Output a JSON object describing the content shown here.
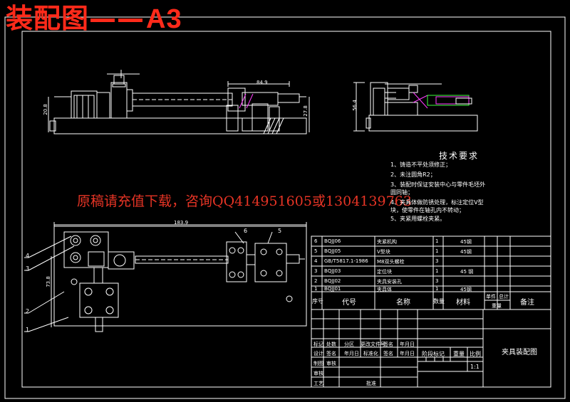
{
  "header": {
    "title_cn": "装配图——",
    "title_size": "A3"
  },
  "watermark": "原稿请充值下载，咨询QQ414951605或1304139763",
  "tech_requirements": {
    "title": "技术要求",
    "notes": [
      "1、铸造不平处须修正；",
      "2、未注圆角R2；",
      "3、装配时保证安装中心与零件毛坯外",
      "圆同轴；",
      "4、夹具体做防锈处理，标注定位V型",
      "块，使零件在轴孔内不转动；",
      "5、夹紧用螺栓夹紧。"
    ]
  },
  "bom": {
    "rows": [
      {
        "no": "6",
        "code": "BQJJ06",
        "name": "夹紧机构",
        "qty": "1",
        "material": "45钢"
      },
      {
        "no": "5",
        "code": "BQJJ05",
        "name": "V型块",
        "qty": "1",
        "material": "45钢"
      },
      {
        "no": "4",
        "code": "GB/T5817.1-1986",
        "name": "M8双头螺栓",
        "qty": "3",
        "material": ""
      },
      {
        "no": "3",
        "code": "BQJJ03",
        "name": "定位块",
        "qty": "1",
        "material": "45 钢"
      },
      {
        "no": "2",
        "code": "BQJJ02",
        "name": "夹具安装孔",
        "qty": "3",
        "material": ""
      },
      {
        "no": "1",
        "code": "BQJJ01",
        "name": "夹具体",
        "qty": "1",
        "material": "45钢"
      }
    ],
    "header": {
      "no": "序号",
      "code": "代号",
      "name": "名称",
      "qty": "数量",
      "material": "材料",
      "unit": "单件",
      "total": "总计",
      "weight": "重量",
      "remark": "备注"
    }
  },
  "title_block": {
    "drawing_name": "夹具装配图",
    "scale_label": "比例",
    "scale_value": "1:1",
    "weight_label": "重量",
    "stage_label": "阶段标记",
    "rev_headers": [
      "标记",
      "处数",
      "分区",
      "更改文件号",
      "签名",
      "年月日"
    ],
    "row_design": [
      "设计",
      "签名",
      "年月日",
      "标准化",
      "签名",
      "年月日"
    ],
    "row_check": "制图",
    "row_check2": "审核",
    "row_review": "审核",
    "row_craft": "工艺",
    "row_approve": "批准"
  },
  "dimensions": {
    "top_width": "84.9",
    "top_height_left": "20.8",
    "top_height_right": "27.8",
    "side_height": "56.4",
    "plan_width": "183.9",
    "plan_height": "73.8"
  },
  "balloons": [
    "6",
    "5",
    "4",
    "3",
    "2",
    "1"
  ],
  "colors": {
    "background": "#000000",
    "line": "#ffffff",
    "accent_red": "#ff2a1a",
    "accent_magenta": "#ff3cff",
    "accent_green": "#3cff3c",
    "accent_cyan": "#37f3ff"
  }
}
